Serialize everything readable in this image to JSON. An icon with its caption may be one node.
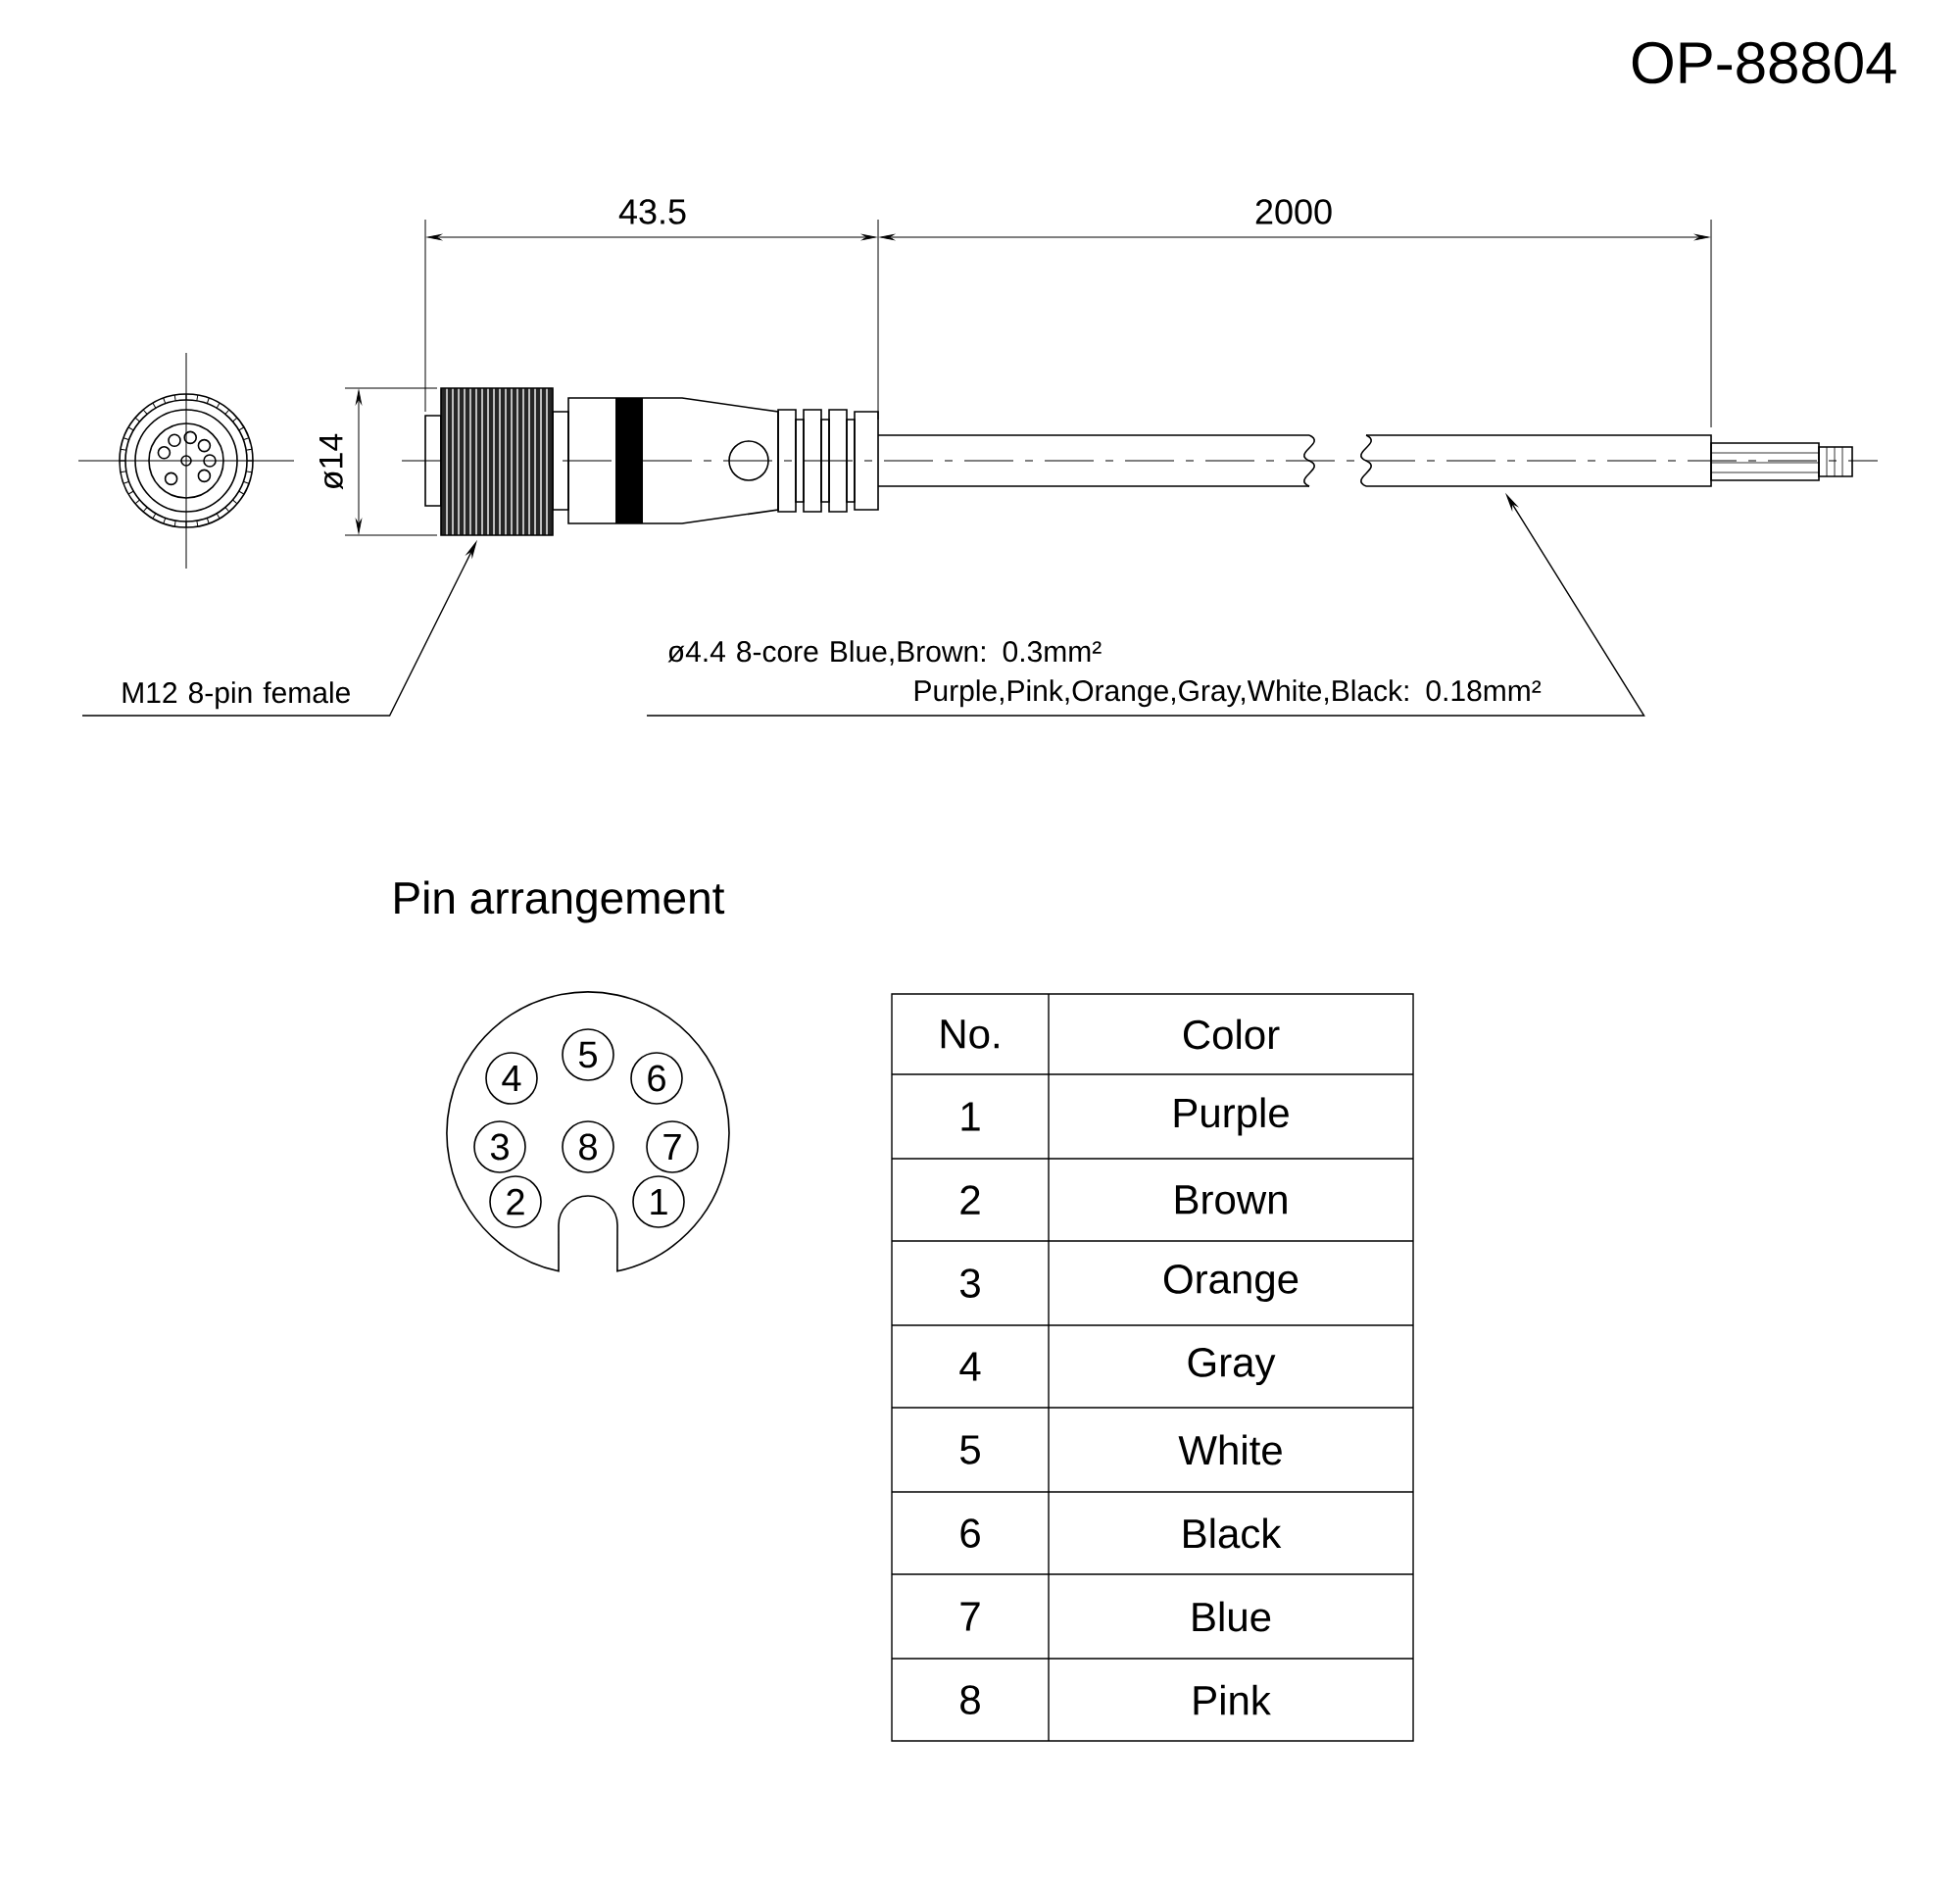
{
  "diagram": {
    "title": "OP-88804",
    "nodes": [
      {
        "text": [
          "M12 8-pin female"
        ]
      },
      {
        "text": [],
        "shape": "picture"
      },
      {
        "text": [
          "ø4.4 8-core Blue,Brown: 0.3mm²",
          "Purple,Pink,Orange,Gray,White,Black: 0.18mm²"
        ]
      },
      {
        "text": [],
        "shape": "picture"
      },
      {
        "text": [
          "Pin arrangement"
        ]
      },
      {
        "text": [
          "5"
        ],
        "in": 4
      },
      {
        "text": [
          "4"
        ],
        "in": 4
      },
      {
        "text": [
          "6"
        ],
        "in": 4
      },
      {
        "text": [
          "3"
        ],
        "in": 4
      },
      {
        "text": [
          "8"
        ],
        "in": 4
      },
      {
        "text": [
          "7"
        ],
        "in": 4
      },
      {
        "text": [
          "2"
        ],
        "in": 4
      },
      {
        "text": [
          "1"
        ],
        "in": 4
      }
    ],
    "edges": [
      {
        "from": 0,
        "to": 1,
        "arrow": "to"
      },
      {
        "from": 2,
        "to": 3,
        "arrow": "to"
      }
    ],
    "labels": [
      "43.5",
      "2000",
      "ø14",
      "No.",
      "Color",
      "1",
      "Purple",
      "2",
      "Brown",
      "3",
      "Orange",
      "4",
      "Gray",
      "5",
      "White",
      "6",
      "Black",
      "7",
      "Blue",
      "8",
      "Pink"
    ]
  }
}
